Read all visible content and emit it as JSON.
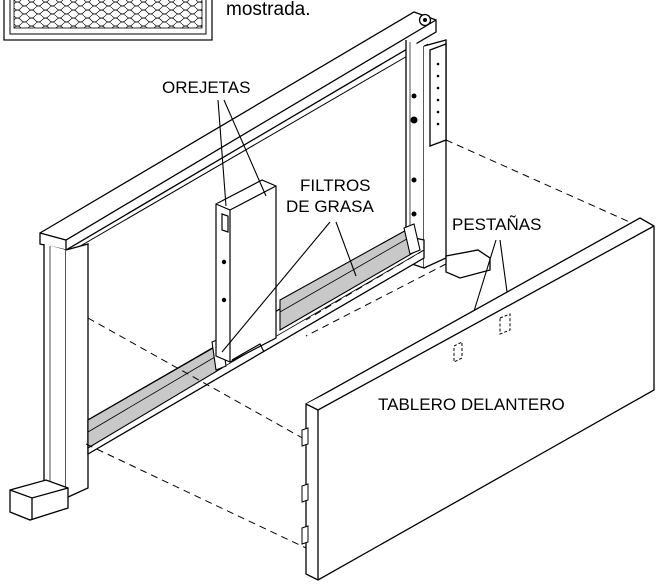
{
  "caption_fragment": "mostrada.",
  "labels": {
    "tabs": "OREJETAS",
    "grease_filters_line1": "FILTROS",
    "grease_filters_line2": "DE GRASA",
    "tabs_lower": "PESTAÑAS",
    "front_panel": "TABLERO DELANTERO"
  },
  "colors": {
    "line": "#000000",
    "filter_fill": "#c8c8c8",
    "background": "#ffffff"
  },
  "icons": [
    "filter-mesh-icon",
    "control-knob-icon"
  ]
}
